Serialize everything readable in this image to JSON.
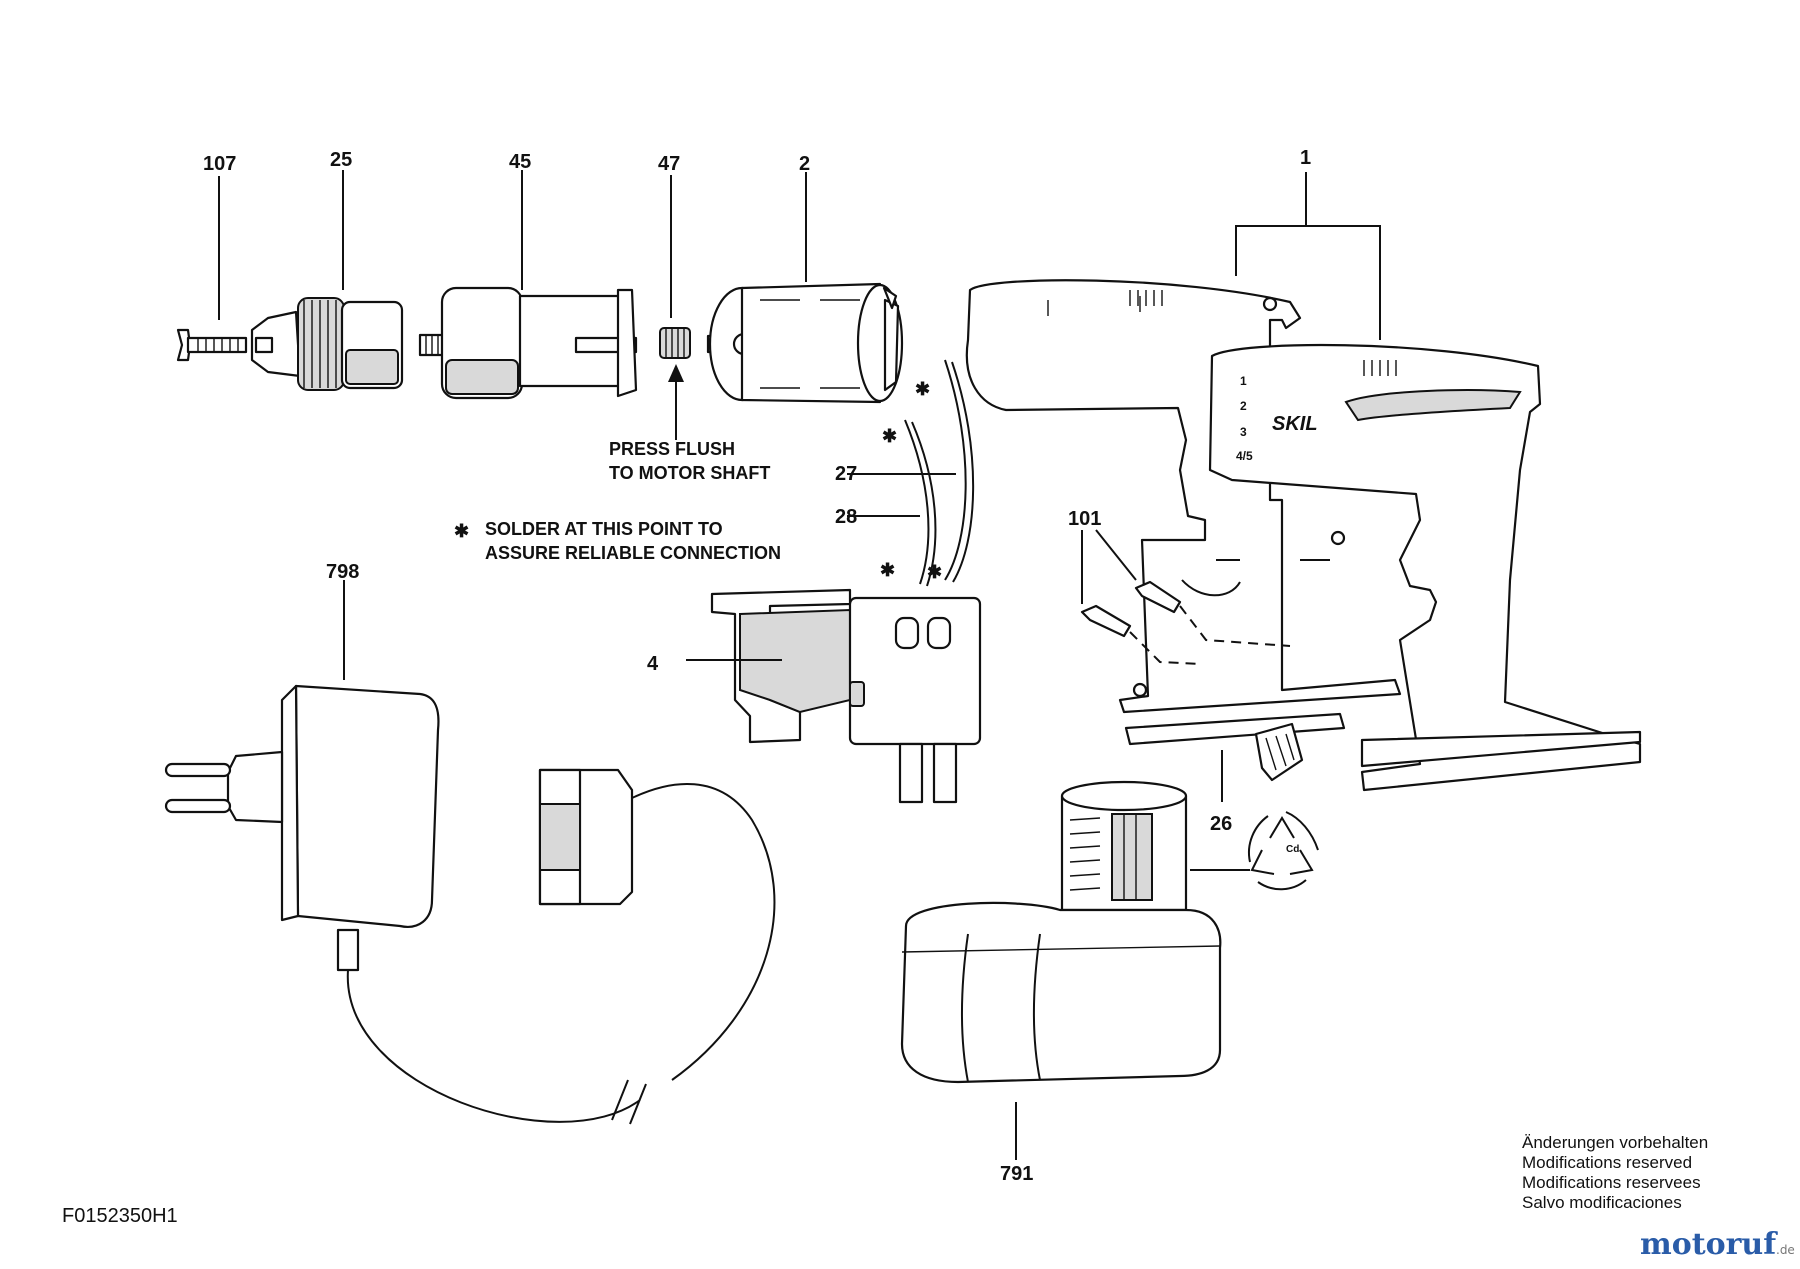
{
  "callouts": {
    "c107": "107",
    "c25": "25",
    "c45": "45",
    "c47": "47",
    "c2": "2",
    "c1": "1",
    "c27": "27",
    "c28": "28",
    "c4": "4",
    "c101": "101",
    "c26": "26",
    "c798": "798",
    "c791": "791"
  },
  "notes": {
    "press_flush_line1": "PRESS FLUSH",
    "press_flush_line2": "TO MOTOR SHAFT",
    "solder_mark": "✱",
    "solder_line1": "SOLDER AT THIS POINT TO",
    "solder_line2": "ASSURE RELIABLE CONNECTION"
  },
  "tool": {
    "brand": "SKIL",
    "speed_marks": [
      "1",
      "2",
      "3",
      "4/5"
    ],
    "recycle_mark": "Cd"
  },
  "document_id": "F0152350H1",
  "modifications": [
    "Änderungen vorbehalten",
    "Modifications reserved",
    "Modifications reservees",
    "Salvo modificaciones"
  ],
  "watermark": {
    "text_main": "motoruf",
    "text_suffix": ".de",
    "color": "#2a5ca8"
  }
}
